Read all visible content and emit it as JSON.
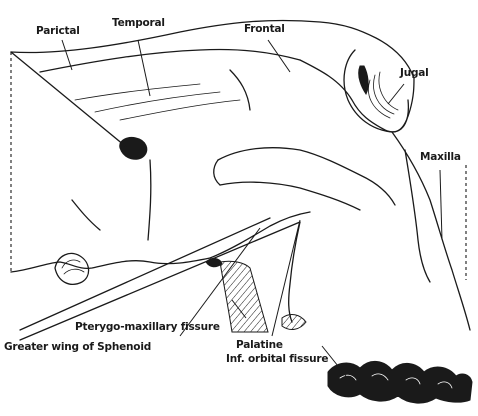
{
  "labels": {
    "parietal": "Parictal",
    "temporal": "Temporal",
    "frontal": "Frontal",
    "jugal": "Jugal",
    "maxilla": "Maxilla",
    "pterygo_maxillary_fissure": "Pterygo-maxillary fissure",
    "greater_wing_of_sphenoid": "Greater wing of Sphenoid",
    "palatine": "Palatine",
    "inf_orbital_fissure": "Inf. orbital fissure"
  }
}
